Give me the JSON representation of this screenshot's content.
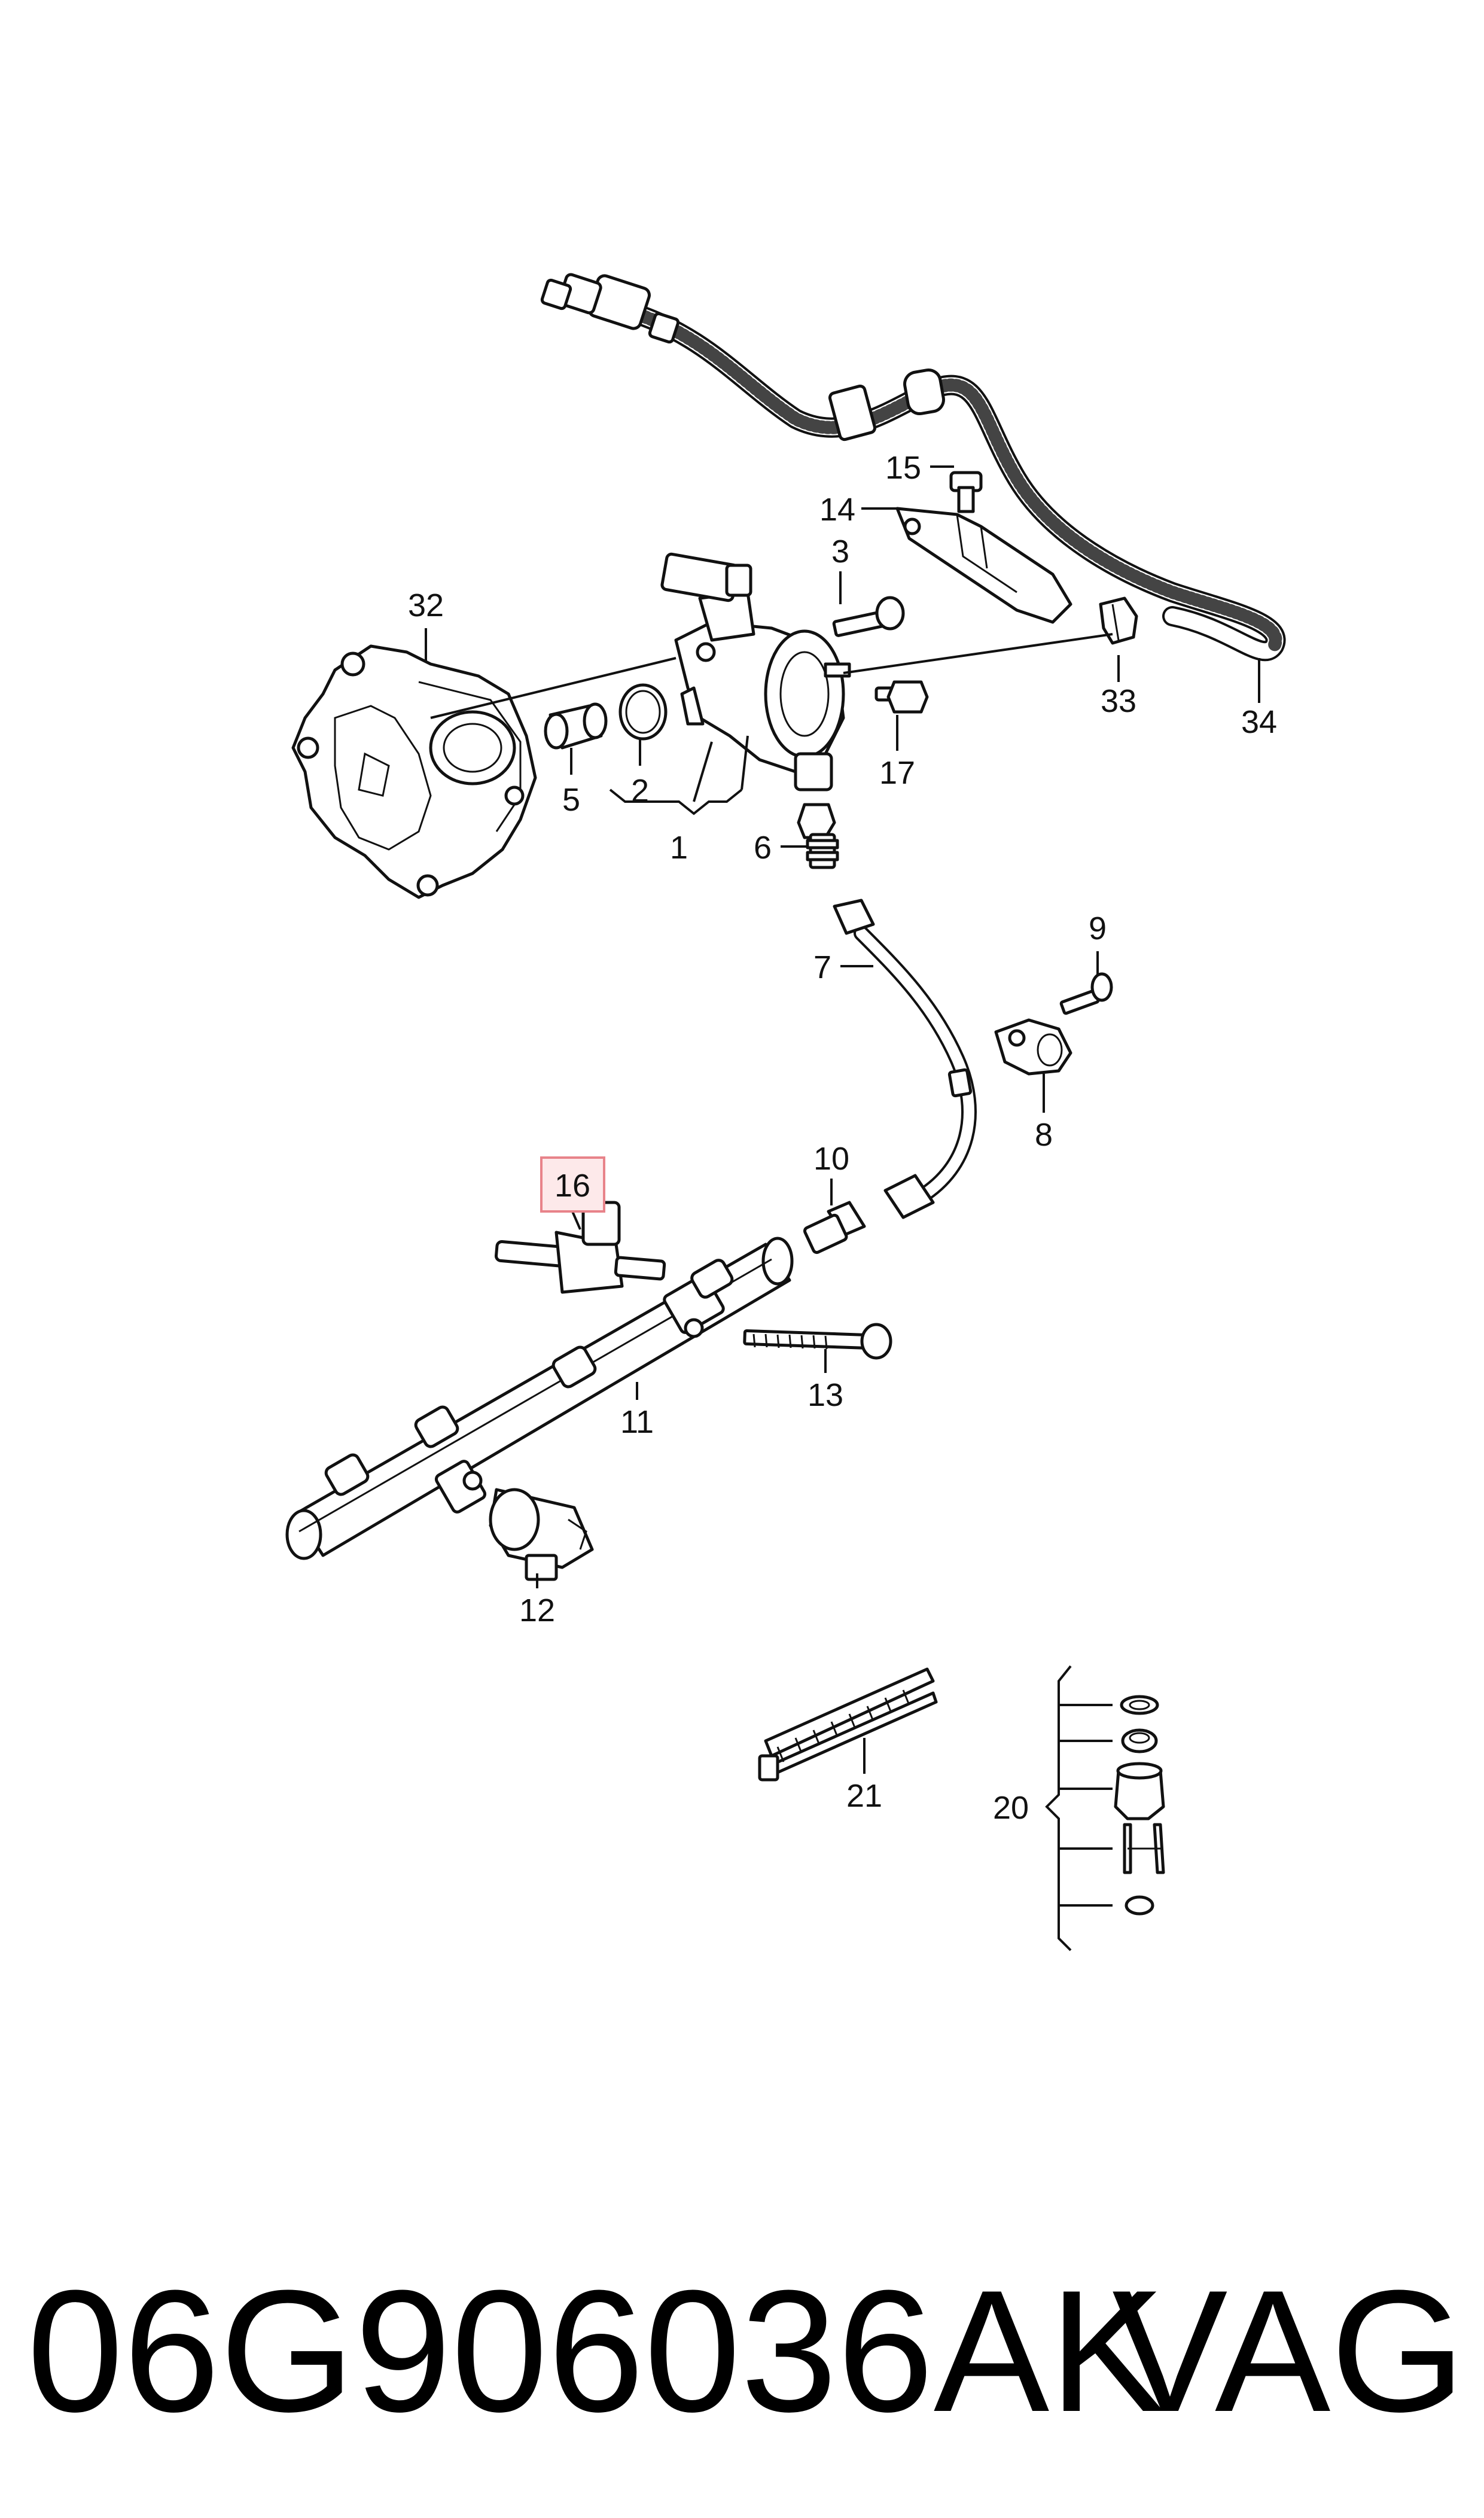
{
  "diagram": {
    "labels": {
      "l1": "1",
      "l2": "2",
      "l3": "3",
      "l5": "5",
      "l6": "6",
      "l7": "7",
      "l8": "8",
      "l9": "9",
      "l10": "10",
      "l11": "11",
      "l12": "12",
      "l13": "13",
      "l14": "14",
      "l15": "15",
      "l16": "16",
      "l17": "17",
      "l20": "20",
      "l21": "21",
      "l32": "32",
      "l33": "33",
      "l34": "34"
    },
    "highlight_color": "#e8838a",
    "highlight_fill": "#fde9ea"
  },
  "footer": {
    "part_number": "06G906036AK",
    "brand": "VAG"
  }
}
